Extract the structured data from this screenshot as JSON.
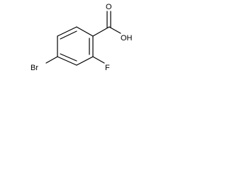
{
  "structure": {
    "atoms": {
      "oxygen_carbonyl": "O",
      "hydroxyl": "OH",
      "fluorine": "F",
      "bromine": "Br"
    },
    "line_color": "#000000",
    "background": "#ffffff"
  }
}
